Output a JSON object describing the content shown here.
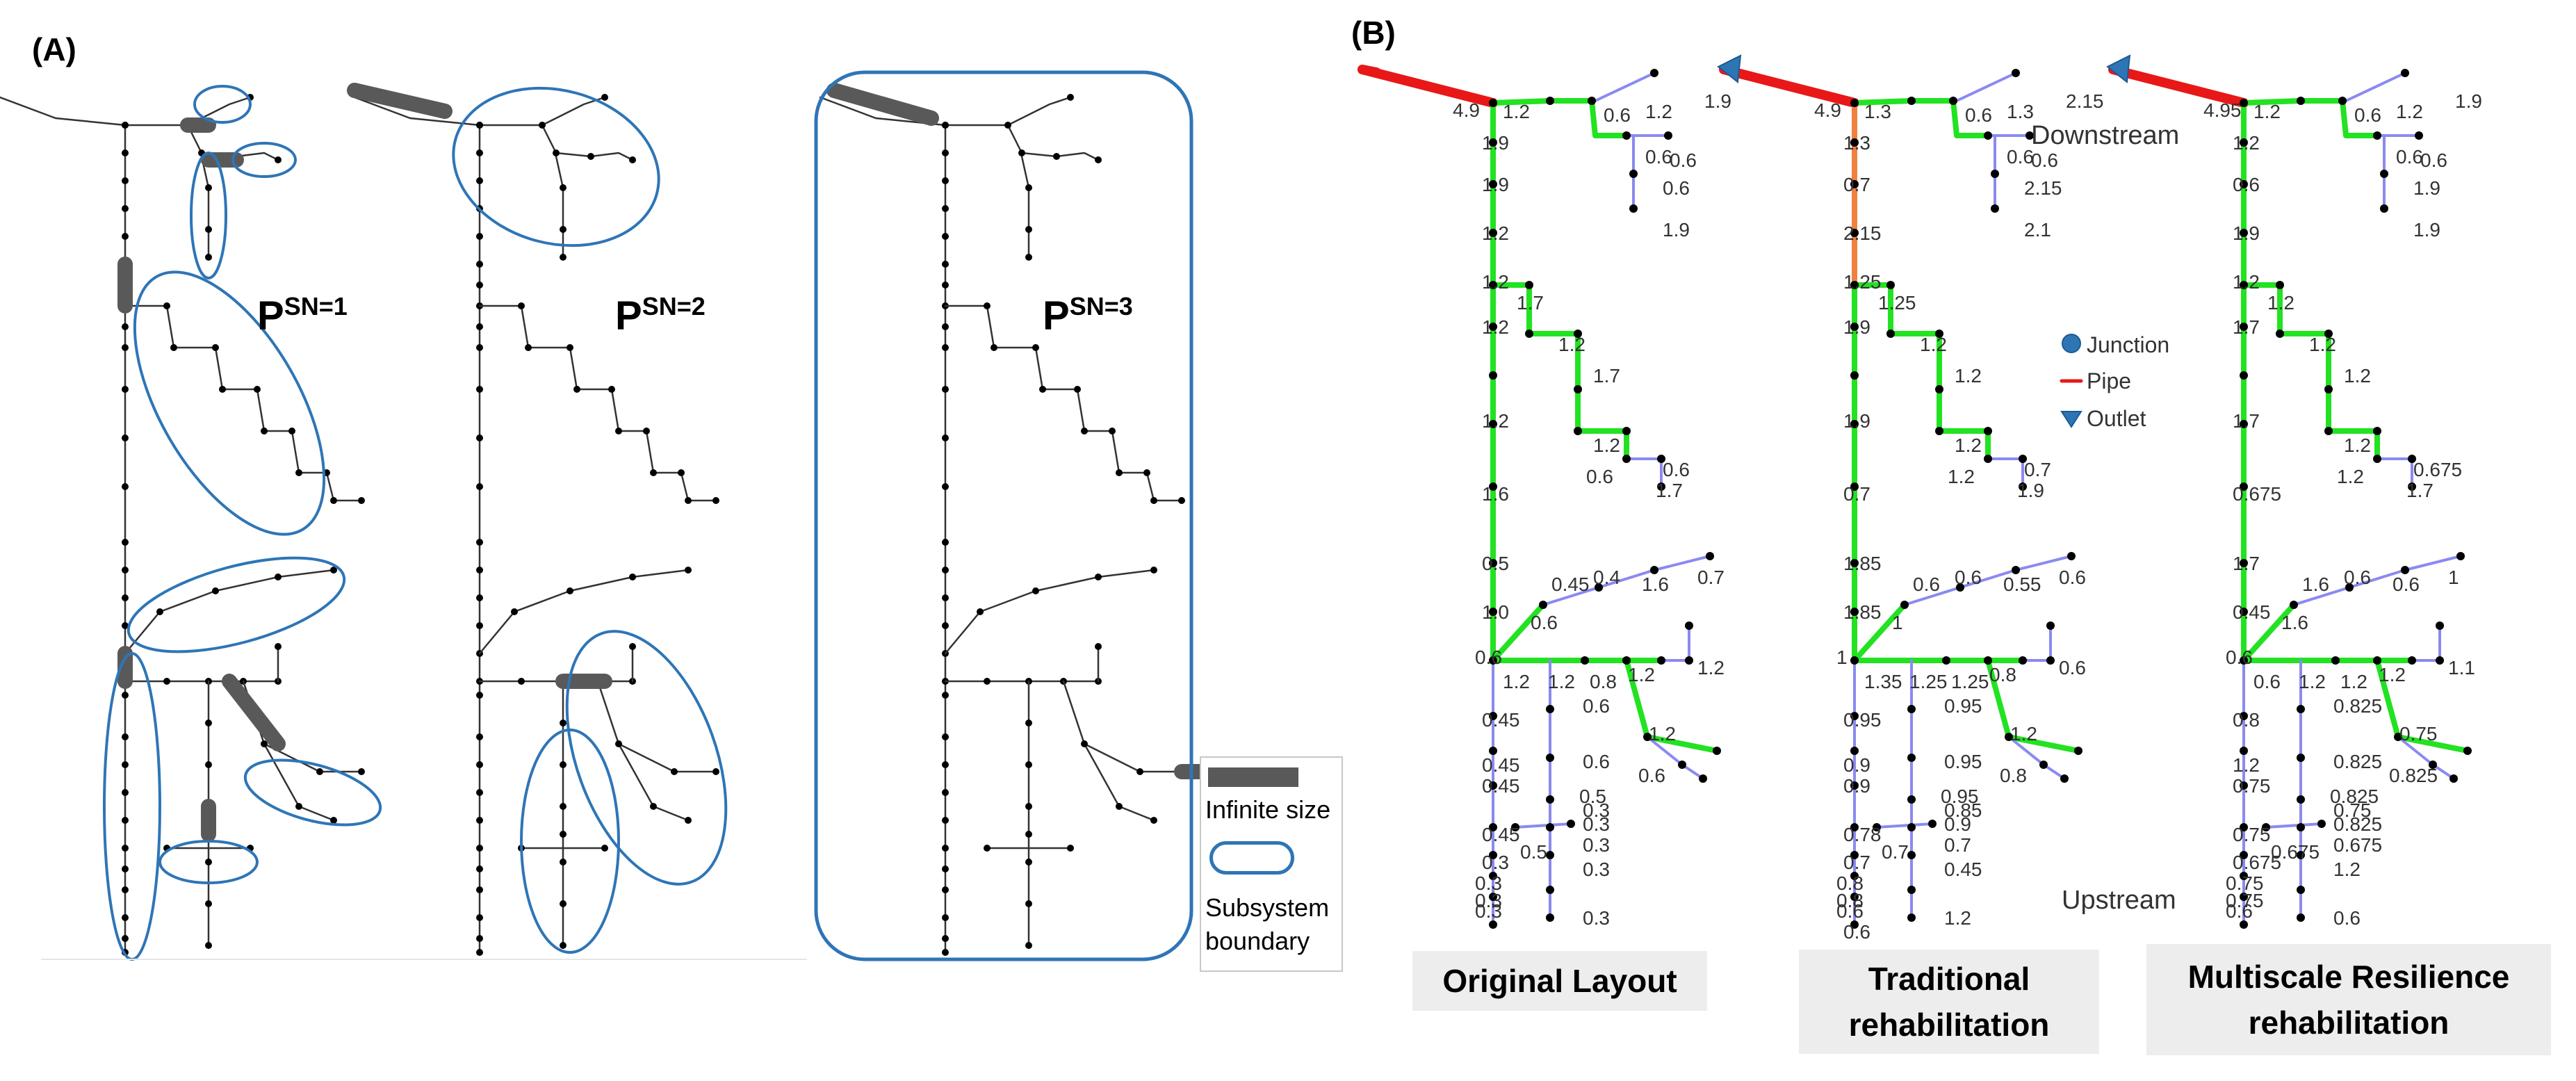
{
  "panel_a": {
    "label": "(A)",
    "schemes": [
      {
        "title_base": "P",
        "title_sup": "SN=1"
      },
      {
        "title_base": "P",
        "title_sup": "SN=2"
      },
      {
        "title_base": "P",
        "title_sup": "SN=3"
      }
    ],
    "legend": {
      "infinite_label": "Infinite size",
      "boundary_label": "Subsystem boundary"
    }
  },
  "panel_b": {
    "label": "(B)",
    "downstream_label": "Downstream",
    "upstream_label": "Upstream",
    "legend": [
      {
        "label": "Junction",
        "color": "#2e75b6"
      },
      {
        "label": "Pipe",
        "color": "#e02020"
      },
      {
        "label": "Outlet",
        "color": "#2e75b6"
      }
    ],
    "captions": [
      "Original Layout",
      "Traditional rehabilitation",
      "Multiscale Resilience rehabilitation"
    ],
    "networks": [
      {
        "name": "original",
        "outlet_value": "4.9",
        "pipe_labels": [
          "1.2",
          "1.2",
          "0.6",
          "1.9",
          "1.9",
          "1.9",
          "1.2",
          "0.6",
          "0.6",
          "0.6",
          "1.9",
          "1.2",
          "1.7",
          "1.2",
          "1.2",
          "1.7",
          "1.2",
          "1.2",
          "0.6",
          "0.6",
          "1.7",
          "1.6",
          "0.5",
          "0.45",
          "0.4",
          "1.6",
          "1.0",
          "0.6",
          "0.7",
          "0.6",
          "1.2",
          "1.2",
          "1.2",
          "0.8",
          "1.2",
          "0.45",
          "0.6",
          "1.2",
          "0.45",
          "0.6",
          "0.45",
          "0.5",
          "0.6",
          "0.3",
          "0.45",
          "0.3",
          "0.3",
          "0.3",
          "0.5",
          "0.3",
          "0.3",
          "0.3",
          "0.3",
          "0.3"
        ]
      },
      {
        "name": "traditional",
        "outlet_value": "4.9",
        "pipe_labels": [
          "1.3",
          "1.3",
          "0.6",
          "2.15",
          "1.3",
          "0.7",
          "2.15",
          "0.6",
          "0.6",
          "2.15",
          "2.1",
          "1.25",
          "1.25",
          "1.9",
          "1.2",
          "1.2",
          "1.9",
          "1.2",
          "1.2",
          "0.7",
          "1.9",
          "0.7",
          "1.85",
          "0.6",
          "0.6",
          "0.55",
          "1.85",
          "1",
          "0.6",
          "1",
          "0.6",
          "1.35",
          "1.25",
          "1.25",
          "0.8",
          "0.95",
          "0.95",
          "1.2",
          "0.9",
          "0.95",
          "0.9",
          "0.95",
          "0.8",
          "0.85",
          "0.78",
          "0.9",
          "0.7",
          "0.8",
          "0.7",
          "0.8",
          "0.7",
          "0.6",
          "0.45",
          "1.2",
          "0.6"
        ]
      },
      {
        "name": "multiscale",
        "outlet_value": "4.95",
        "pipe_labels": [
          "1.2",
          "1.2",
          "0.6",
          "1.9",
          "1.2",
          "0.6",
          "1.9",
          "0.6",
          "0.6",
          "1.9",
          "1.9",
          "1.2",
          "1.2",
          "1.7",
          "1.2",
          "1.2",
          "1.7",
          "1.2",
          "1.2",
          "0.675",
          "1.7",
          "0.675",
          "1.7",
          "1.6",
          "0.6",
          "0.6",
          "0.45",
          "1.6",
          "1",
          "0.6",
          "1.1",
          "0.6",
          "1.2",
          "1.2",
          "1.2",
          "0.8",
          "0.825",
          "0.75",
          "1.2",
          "0.825",
          "0.75",
          "0.825",
          "0.825",
          "0.75",
          "0.75",
          "0.825",
          "0.675",
          "0.75",
          "0.675",
          "0.75",
          "0.675",
          "0.6",
          "1.2",
          "0.6"
        ]
      }
    ]
  }
}
